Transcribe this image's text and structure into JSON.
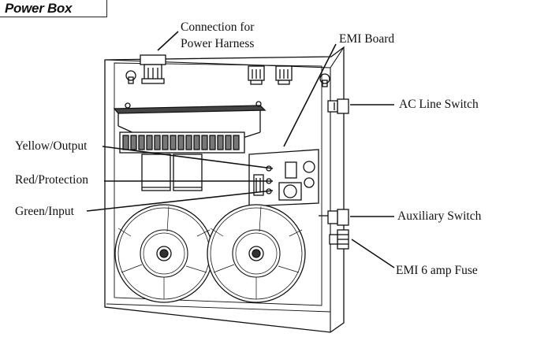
{
  "header": {
    "title": "Power Box"
  },
  "labels": {
    "connection_line1": "Connection for",
    "connection_line2": "Power Harness",
    "emi_board": "EMI Board",
    "ac_line_switch": "AC  Line Switch",
    "yellow_output": "Yellow/Output",
    "red_protection": "Red/Protection",
    "green_input": "Green/Input",
    "auxiliary_switch": "Auxiliary Switch",
    "emi_fuse": "EMI 6 amp Fuse"
  },
  "colors": {
    "line": "#111111",
    "paper": "#ffffff"
  }
}
